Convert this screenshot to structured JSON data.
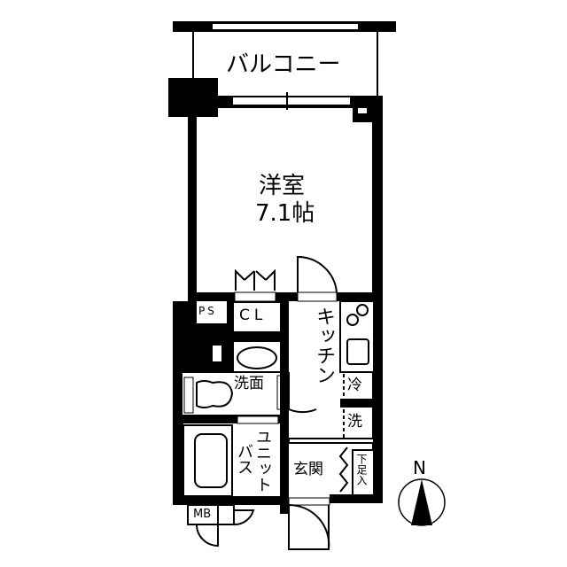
{
  "floor_plan": {
    "rooms": {
      "balcony": "バルコニー",
      "western_room": "洋室",
      "western_room_size": "7.1帖",
      "ps": "PS",
      "closet": "CL",
      "kitchen": "キッチン",
      "refrigerator": "冷",
      "washer": "洗",
      "washroom": "洗面",
      "unit_bath": "ユニットバス",
      "unit_bath_col1": "バス",
      "unit_bath_col2": "ユニット",
      "entrance": "玄関",
      "shoe_box": "下足入",
      "meter_box": "MB"
    },
    "compass": {
      "label": "N"
    },
    "colors": {
      "wall": "#000000",
      "background": "#ffffff"
    }
  }
}
